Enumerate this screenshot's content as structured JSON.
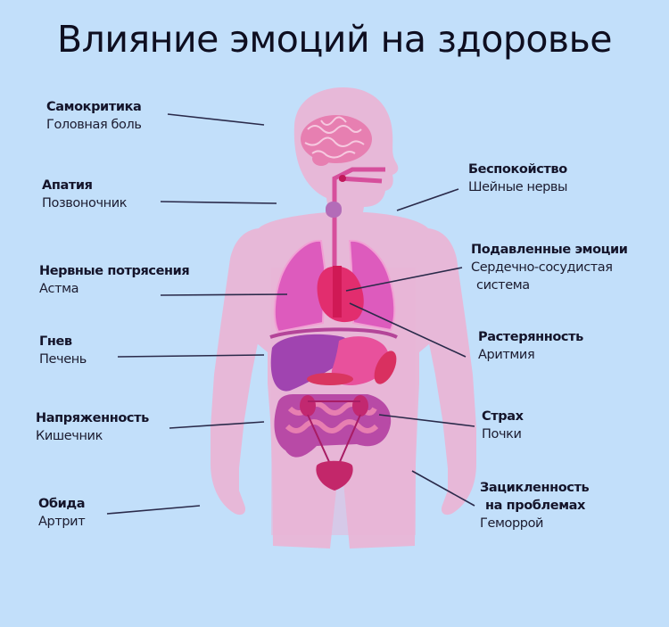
{
  "title": "Влияние эмоций на здоровье",
  "colors": {
    "background": "#c2dffa",
    "body": "#e7b8d8",
    "lungs": "#dd5bbd",
    "heart": "#e22d6e",
    "liver": "#a044b0",
    "stomach": "#e8519c",
    "intestine": "#b84aa6",
    "leader_line": "#2a2a4a"
  },
  "labels_left": [
    {
      "emotion": "Самокритика",
      "organ": "Головная боль"
    },
    {
      "emotion": "Апатия",
      "organ": "Позвоночник"
    },
    {
      "emotion": "Нервные потрясения",
      "organ": "Астма"
    },
    {
      "emotion": "Гнев",
      "organ": "Печень"
    },
    {
      "emotion": "Напряженность",
      "organ": "Кишечник"
    },
    {
      "emotion": "Обида",
      "organ": "Артрит"
    }
  ],
  "labels_right": [
    {
      "emotion": "Беспокойство",
      "organ": "Шейные нервы"
    },
    {
      "emotion": "Подавленные эмоции",
      "organ": "Сердечно-сосудистая",
      "organ2": "система"
    },
    {
      "emotion": "Растерянность",
      "organ": "Аритмия"
    },
    {
      "emotion": "Страх",
      "organ": "Почки"
    },
    {
      "emotion": "Зацикленность",
      "emotion2": "на проблемах",
      "organ": "Геморрой"
    }
  ]
}
